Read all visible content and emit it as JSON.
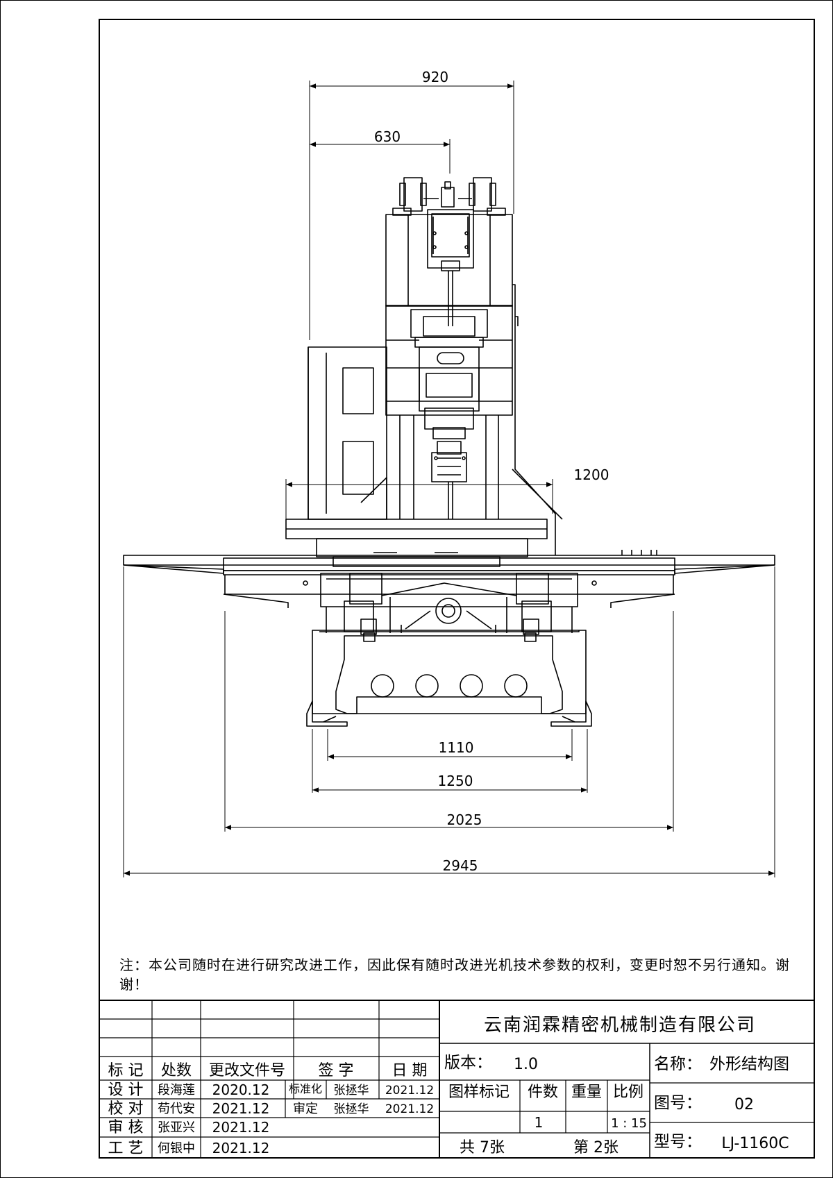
{
  "note": "注：本公司随时在进行研究改进工作，因此保有随时改进光机技术参数的权利，变更时恕不另行通知。谢谢！",
  "dimensions": {
    "d920": "920",
    "d630": "630",
    "d1200": "1200",
    "d1110": "1110",
    "d1250": "1250",
    "d2025": "2025",
    "d2945": "2945"
  },
  "title_block": {
    "company": "云南润霖精密机械制造有限公司",
    "version_label": "版本：",
    "version_value": "1.0",
    "name_label": "名称：",
    "name_value": "外形结构图",
    "drawing_no_label": "图号：",
    "drawing_no_value": "02",
    "model_label": "型号：",
    "model_value": "LJ-1160C",
    "sample_mark": "图样标记",
    "count_label": "件数",
    "weight_label": "重量",
    "scale_label": "比例",
    "count_value": "1",
    "scale_value": "1 : 15",
    "total_sheets": "共 7张",
    "sheet_no": "第 2张",
    "rev_headers": {
      "mark": "标 记",
      "place": "处数",
      "doc": "更改文件号",
      "sign": "签 字",
      "date": "日 期"
    },
    "rows": {
      "design_label": "设 计",
      "design_name": "段海莲",
      "design_date": "2020.12",
      "standard_label": "标准化",
      "standard_name": "张拯华",
      "standard_date": "2021.12",
      "check_label": "校 对",
      "check_name": "苟代安",
      "check_date": "2021.12",
      "approve_label": "审定",
      "approve_name": "张拯华",
      "approve_date": "2021.12",
      "review_label": "审 核",
      "review_name": "张亚兴",
      "review_date": "2021.12",
      "process_label": "工 艺",
      "process_name": "何银中",
      "process_date": "2021.12"
    }
  }
}
